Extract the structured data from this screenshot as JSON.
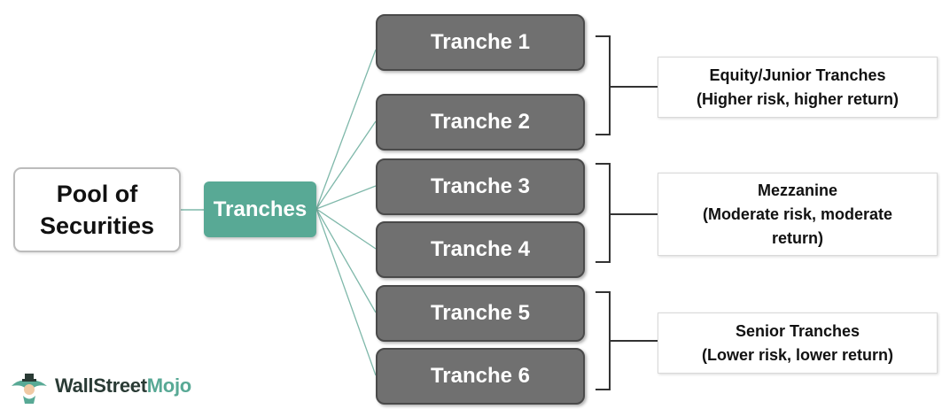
{
  "root": {
    "label": "Pool of\nSecurities"
  },
  "hub": {
    "label": "Tranches"
  },
  "tranches": [
    {
      "label": "Tranche 1"
    },
    {
      "label": "Tranche 2"
    },
    {
      "label": "Tranche 3"
    },
    {
      "label": "Tranche 4"
    },
    {
      "label": "Tranche 5"
    },
    {
      "label": "Tranche 6"
    }
  ],
  "categories": [
    {
      "label": "Equity/Junior Tranches\n(Higher risk, higher return)"
    },
    {
      "label": "Mezzanine\n(Moderate risk, moderate\nreturn)"
    },
    {
      "label": "Senior Tranches\n(Lower risk, lower return)"
    }
  ],
  "logo": {
    "part1": "WallStreet",
    "part2": "Mojo"
  },
  "colors": {
    "hub": "#58a995",
    "tranche_fill": "#707070",
    "connector": "#7fb8aa",
    "bracket": "#333333"
  }
}
